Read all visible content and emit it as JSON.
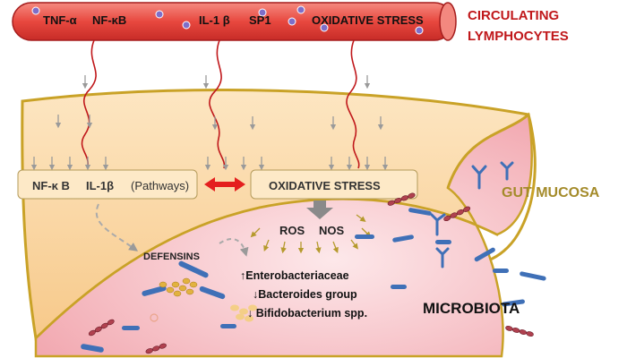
{
  "vessel": {
    "markers": [
      "TNF-α",
      "NF-κB",
      "IL-1 β",
      "SP1",
      "OXIDATIVE STRESS"
    ],
    "label_line1": "CIRCULATING",
    "label_line2": "LYMPHOCYTES"
  },
  "mucosa": {
    "label": "GUT MUCOSA",
    "pathways_box": {
      "nfkb": "NF-κ B",
      "il1b": "IL-1β",
      "pathways": "(Pathways)"
    },
    "oxidative_box": "OXIDATIVE STRESS",
    "ros": "ROS",
    "nos": "NOS",
    "defensins": "DEFENSINS"
  },
  "microbiota": {
    "label": "MICROBIOTA",
    "changes": [
      "↑Enterobacteriaceae",
      "↓Bacteroides group",
      "↓ Bifidobacterium spp."
    ]
  },
  "colors": {
    "vessel_fill": "#e8483f",
    "vessel_stroke": "#a51d1d",
    "mucosa_fill": "#fbd9a5",
    "mucosa_stroke": "#c9a227",
    "lumen_fill": "#f7c7cc",
    "title_red": "#c0181b",
    "gut_label": "#a48b2a",
    "arrow_gray": "#9a9a9a",
    "bacteria_blue": "#3f70b7"
  }
}
